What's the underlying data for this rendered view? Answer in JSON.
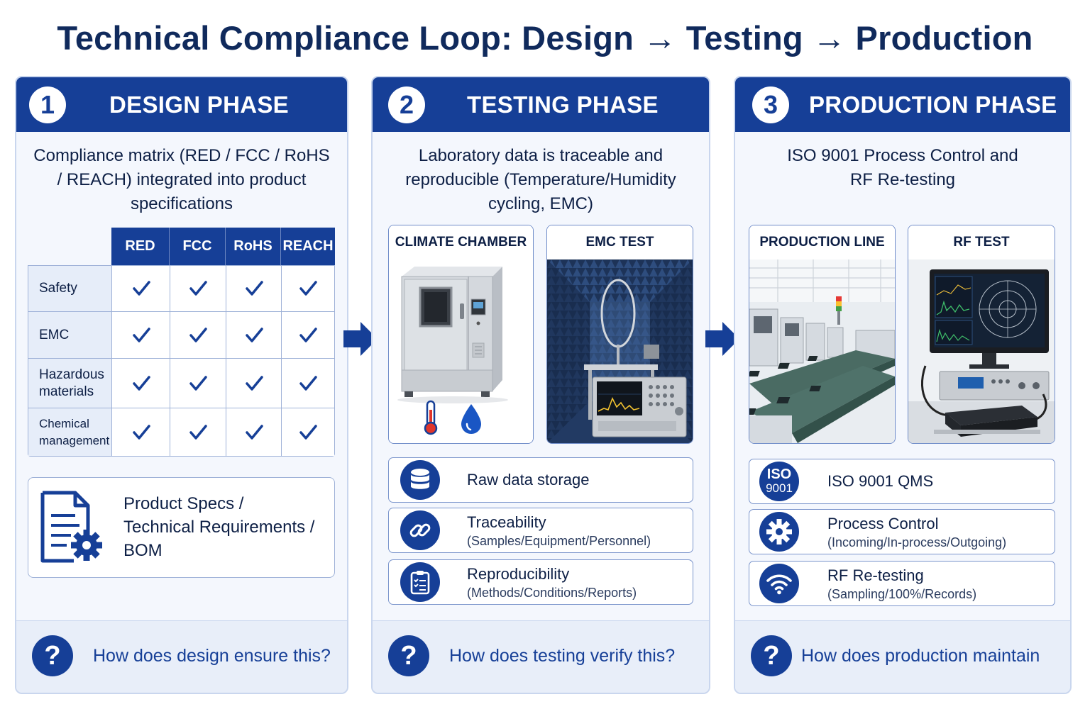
{
  "title": "Technical Compliance Loop: Design → Testing → Production",
  "colors": {
    "primary": "#163f97",
    "panel_bg": "#f4f7fd",
    "border": "#c9d6ee"
  },
  "design": {
    "number": "1",
    "title": "DESIGN PHASE",
    "description": "Compliance matrix (RED / FCC / RoHS / REACH) integrated into product specifications",
    "matrix": {
      "columns": [
        "RED",
        "FCC",
        "RoHS",
        "REACH"
      ],
      "rows": [
        {
          "label": "Safety",
          "checks": [
            true,
            true,
            true,
            true
          ]
        },
        {
          "label": "EMC",
          "checks": [
            true,
            true,
            true,
            true
          ]
        },
        {
          "label": "Hazardous materials",
          "checks": [
            true,
            true,
            true,
            true
          ]
        },
        {
          "label": "Chemical management",
          "checks": [
            true,
            true,
            true,
            true
          ]
        }
      ]
    },
    "spec_lines": [
      "Product Specs /",
      "Technical Requirements /",
      "BOM"
    ],
    "spec_icon": "document-gear-icon",
    "question": "How does design ensure this?"
  },
  "testing": {
    "number": "2",
    "title": "TESTING PHASE",
    "description": "Laboratory data is traceable and reproducible (Temperature/Humidity cycling, EMC)",
    "cards": [
      {
        "title": "CLIMATE CHAMBER",
        "image": "climate-chamber-photo"
      },
      {
        "title": "EMC TEST",
        "image": "emc-anechoic-chamber-photo"
      }
    ],
    "items": [
      {
        "title": "Raw data storage",
        "sub": "",
        "icon": "database-icon"
      },
      {
        "title": "Traceability",
        "sub": "(Samples/Equipment/Personnel)",
        "icon": "link-icon"
      },
      {
        "title": "Reproducibility",
        "sub": "(Methods/Conditions/Reports)",
        "icon": "clipboard-icon"
      }
    ],
    "question": "How does testing verify this?"
  },
  "production": {
    "number": "3",
    "title": "PRODUCTION PHASE",
    "description": "ISO 9001 Process Control and RF Re-testing",
    "cards": [
      {
        "title": "PRODUCTION LINE",
        "image": "production-line-photo"
      },
      {
        "title": "RF TEST",
        "image": "rf-test-station-photo"
      }
    ],
    "iso_badge": [
      "ISO",
      "9001"
    ],
    "items": [
      {
        "title": "ISO 9001 QMS",
        "sub": "",
        "icon": "iso-badge-icon"
      },
      {
        "title": "Process Control",
        "sub": "(Incoming/In-process/Outgoing)",
        "icon": "gear-icon"
      },
      {
        "title": "RF Re-testing",
        "sub": "(Sampling/100%/Records)",
        "icon": "wifi-icon"
      }
    ],
    "question": "How does production maintain this?"
  },
  "question_mark": "?"
}
